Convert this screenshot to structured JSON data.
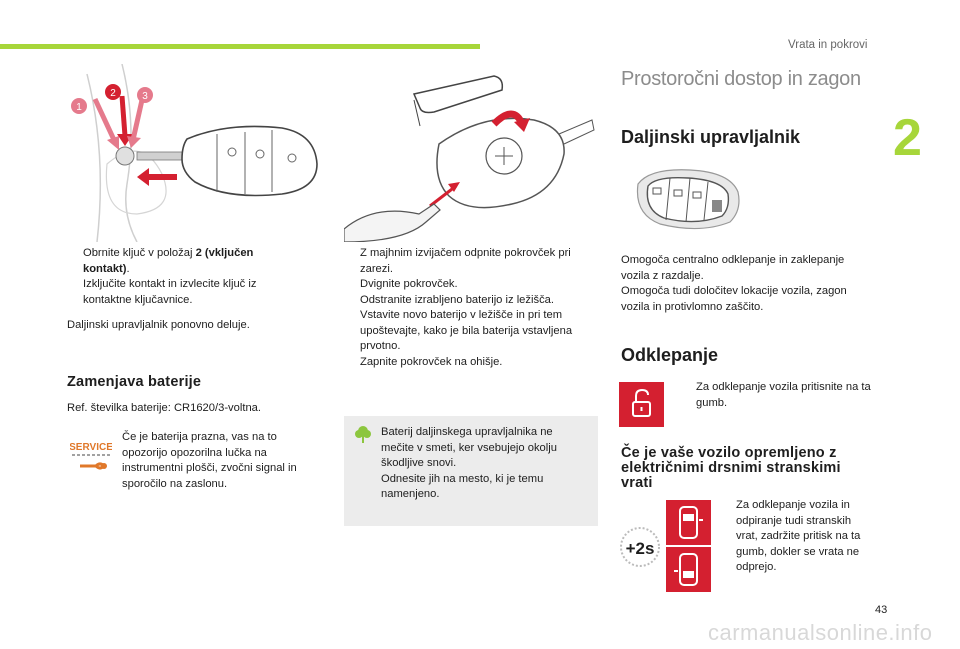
{
  "header": {
    "section_title": "Vrata in pokrovi",
    "chapter_number": "2"
  },
  "figures": {
    "ignition_markers": [
      "1",
      "2",
      "3"
    ]
  },
  "left_column": {
    "steps": [
      {
        "mark": "",
        "text_a": "Obrnite ključ v položaj ",
        "text_bold": "2 (vključen kontakt)",
        "text_b": "."
      },
      {
        "mark": "",
        "text": "Izključite kontakt in izvlecite ključ iz kontaktne ključavnice."
      }
    ],
    "resume_text": "Daljinski upravljalnik ponovno deluje.",
    "battery_heading": "Zamenjava baterije",
    "battery_ref": "Ref. številka baterije: CR1620/3-voltna.",
    "service_label": "SERVICE",
    "service_text": "Če je baterija prazna, vas na to opozorijo opozorilna lučka na instrumentni plošči, zvočni signal in sporočilo na zaslonu."
  },
  "middle_column": {
    "steps": [
      {
        "mark": "",
        "text": "Z majhnim izvijačem odpnite pokrovček pri zarezi."
      },
      {
        "mark": "",
        "text": "Dvignite pokrovček."
      },
      {
        "mark": "",
        "text": "Odstranite izrabljeno baterijo iz ležišča."
      },
      {
        "mark": "",
        "text": "Vstavite novo baterijo v ležišče in pri tem upoštevajte, kako je bila baterija vstavljena prvotno."
      },
      {
        "mark": "",
        "text": "Zapnite pokrovček na ohišje."
      }
    ],
    "note_text_1": "Baterij daljinskega upravljalnika ne mečite v smeti, ker vsebujejo okolju škodljive snovi.",
    "note_text_2": "Odnesite jih na mesto, ki je temu namenjeno."
  },
  "right_column": {
    "main_heading": "Prostoročni dostop in zagon",
    "remote_heading": "Daljinski upravljalnik",
    "remote_text_1": "Omogoča centralno odklepanje in zaklepanje vozila z razdalje.",
    "remote_text_2": "Omogoča tudi določitev lokacije vozila, zagon vozila in protivlomno zaščito.",
    "unlock_heading": "Odklepanje",
    "unlock_step": {
      "mark": "",
      "text": "Za odklepanje vozila pritisnite na ta gumb."
    },
    "doors_heading": "Če je vaše vozilo opremljeno z električnimi drsnimi stranskimi vrati",
    "doors_step": {
      "mark": "",
      "text": "Za odklepanje vozila in odpiranje tudi stranskih vrat, zadržite pritisk na ta gumb, dokler se vrata ne odprejo."
    },
    "hold_label": "+2s"
  },
  "footer": {
    "page_number": "43",
    "watermark": "carmanualsonline.info"
  },
  "colors": {
    "accent_green": "#a7d63a",
    "alert_red": "#d42030",
    "service_orange": "#e0782a",
    "note_bg": "#ececec"
  }
}
